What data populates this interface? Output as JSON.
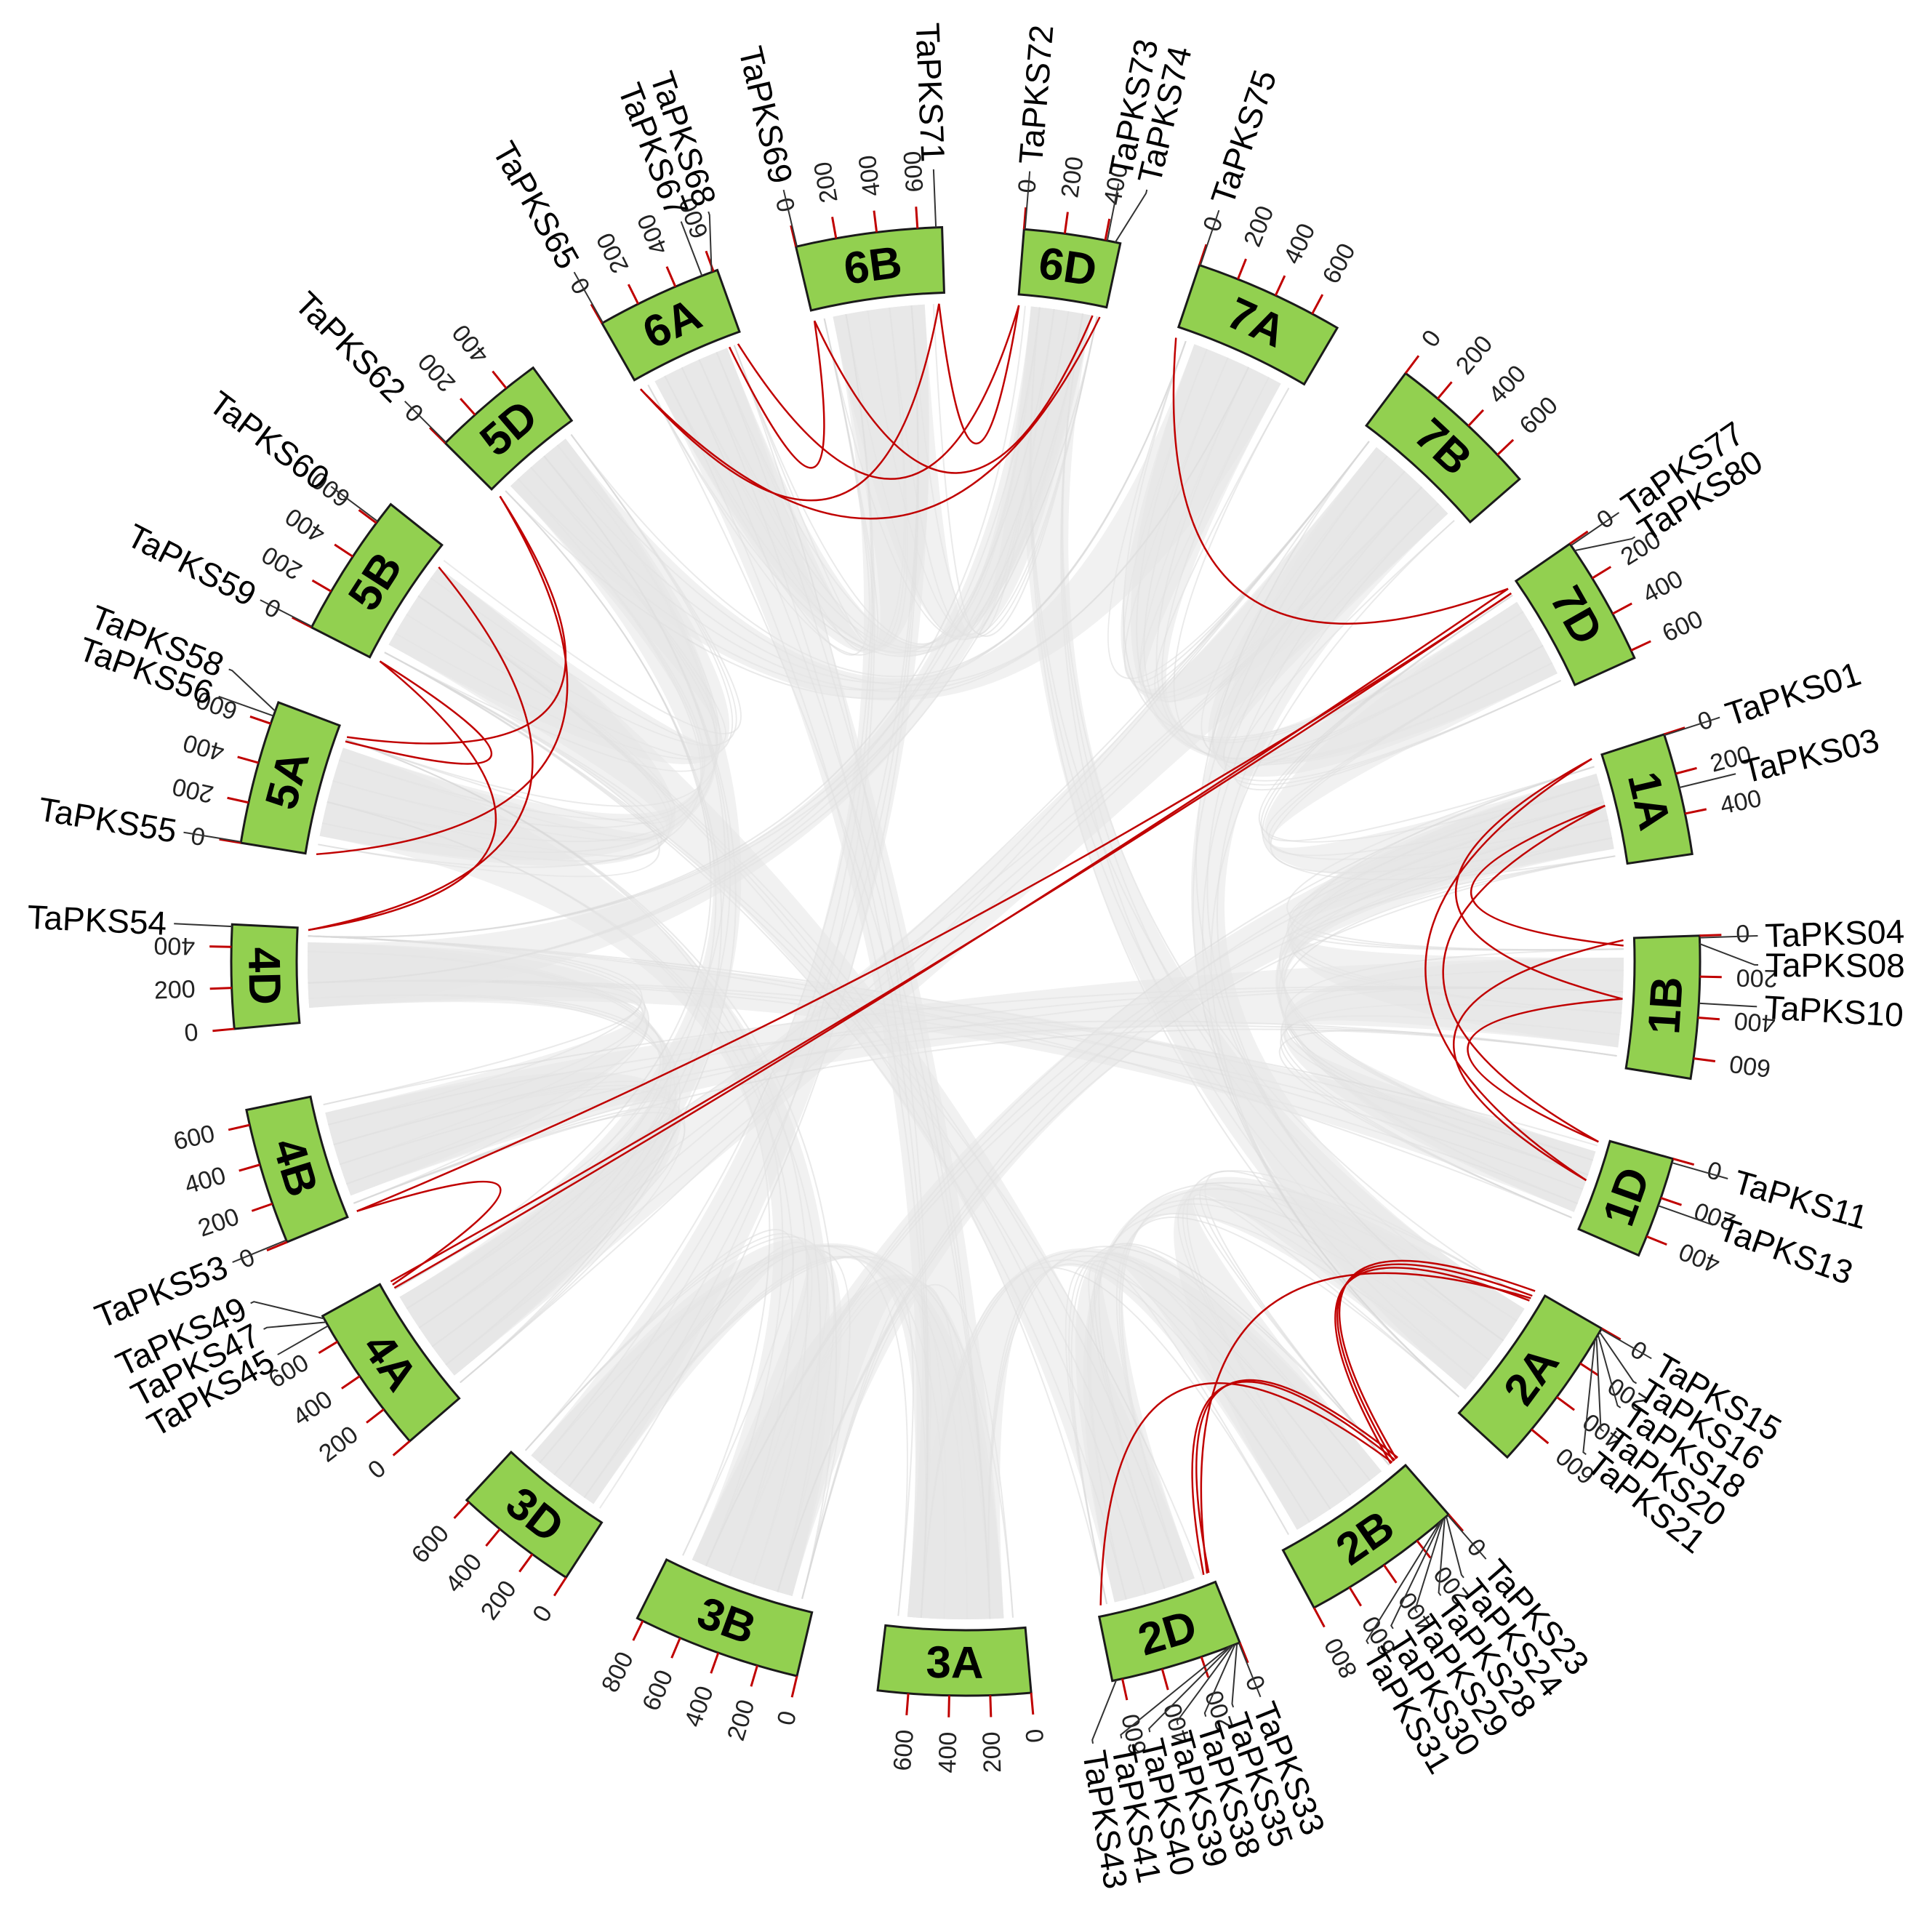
{
  "colors": {
    "chromosome_fill": "#92d050",
    "segmental_link": "#c00000",
    "synteny_link": "#d9d9d9",
    "tick": "#c00000"
  },
  "chart_data": {
    "type": "circos",
    "tick_unit": "Mb",
    "chromosomes": [
      {
        "id": "1A",
        "label": "1A",
        "length": 600,
        "ticks": [
          0,
          200,
          400
        ]
      },
      {
        "id": "1B",
        "label": "1B",
        "length": 700,
        "ticks": [
          0,
          200,
          400,
          600
        ]
      },
      {
        "id": "1D",
        "label": "1D",
        "length": 500,
        "ticks": [
          0,
          200,
          400
        ]
      },
      {
        "id": "2A",
        "label": "2A",
        "length": 780,
        "ticks": [
          0,
          200,
          400,
          600
        ]
      },
      {
        "id": "2B",
        "label": "2B",
        "length": 800,
        "ticks": [
          0,
          200,
          400,
          600,
          800
        ]
      },
      {
        "id": "2D",
        "label": "2D",
        "length": 650,
        "ticks": [
          0,
          200,
          400,
          600
        ]
      },
      {
        "id": "3A",
        "label": "3A",
        "length": 750,
        "ticks": [
          0,
          200,
          400,
          600
        ]
      },
      {
        "id": "3B",
        "label": "3B",
        "length": 830,
        "ticks": [
          0,
          200,
          400,
          600,
          800
        ]
      },
      {
        "id": "3D",
        "label": "3D",
        "length": 615,
        "ticks": [
          0,
          200,
          400,
          600
        ]
      },
      {
        "id": "4A",
        "label": "4A",
        "length": 745,
        "ticks": [
          0,
          200,
          400,
          600
        ]
      },
      {
        "id": "4B",
        "label": "4B",
        "length": 675,
        "ticks": [
          0,
          200,
          400,
          600
        ]
      },
      {
        "id": "4D",
        "label": "4D",
        "length": 510,
        "ticks": [
          0,
          200,
          400
        ]
      },
      {
        "id": "5A",
        "label": "5A",
        "length": 710,
        "ticks": [
          0,
          200,
          400,
          600
        ]
      },
      {
        "id": "5B",
        "label": "5B",
        "length": 715,
        "ticks": [
          0,
          200,
          400,
          600
        ]
      },
      {
        "id": "5D",
        "label": "5D",
        "length": 565,
        "ticks": [
          0,
          200,
          400
        ]
      },
      {
        "id": "6A",
        "label": "6A",
        "length": 620,
        "ticks": [
          0,
          200,
          400,
          600
        ]
      },
      {
        "id": "6B",
        "label": "6B",
        "length": 720,
        "ticks": [
          0,
          200,
          400,
          600
        ]
      },
      {
        "id": "6D",
        "label": "6D",
        "length": 475,
        "ticks": [
          0,
          200,
          400
        ]
      },
      {
        "id": "7A",
        "label": "7A",
        "length": 740,
        "ticks": [
          0,
          200,
          400,
          600
        ]
      },
      {
        "id": "7B",
        "label": "7B",
        "length": 760,
        "ticks": [
          0,
          200,
          400,
          600
        ]
      },
      {
        "id": "7D",
        "label": "7D",
        "length": 640,
        "ticks": [
          0,
          200,
          400,
          600
        ]
      }
    ],
    "genes": [
      {
        "name": "TaPKS01",
        "chr": "1A",
        "pos": 5
      },
      {
        "name": "TaPKS03",
        "chr": "1A",
        "pos": 270
      },
      {
        "name": "TaPKS04",
        "chr": "1B",
        "pos": 10
      },
      {
        "name": "TaPKS08",
        "chr": "1B",
        "pos": 40
      },
      {
        "name": "TaPKS10",
        "chr": "1B",
        "pos": 330
      },
      {
        "name": "TaPKS11",
        "chr": "1D",
        "pos": 20
      },
      {
        "name": "TaPKS13",
        "chr": "1D",
        "pos": 240
      },
      {
        "name": "TaPKS15",
        "chr": "2A",
        "pos": 5
      },
      {
        "name": "TaPKS16",
        "chr": "2A",
        "pos": 20
      },
      {
        "name": "TaPKS18",
        "chr": "2A",
        "pos": 35
      },
      {
        "name": "TaPKS20",
        "chr": "2A",
        "pos": 50
      },
      {
        "name": "TaPKS21",
        "chr": "2A",
        "pos": 65
      },
      {
        "name": "TaPKS23",
        "chr": "2B",
        "pos": 5
      },
      {
        "name": "TaPKS24",
        "chr": "2B",
        "pos": 15
      },
      {
        "name": "TaPKS28",
        "chr": "2B",
        "pos": 25
      },
      {
        "name": "TaPKS29",
        "chr": "2B",
        "pos": 35
      },
      {
        "name": "TaPKS30",
        "chr": "2B",
        "pos": 45
      },
      {
        "name": "TaPKS31",
        "chr": "2B",
        "pos": 55
      },
      {
        "name": "TaPKS33",
        "chr": "2D",
        "pos": 5
      },
      {
        "name": "TaPKS35",
        "chr": "2D",
        "pos": 15
      },
      {
        "name": "TaPKS38",
        "chr": "2D",
        "pos": 25
      },
      {
        "name": "TaPKS39",
        "chr": "2D",
        "pos": 35
      },
      {
        "name": "TaPKS40",
        "chr": "2D",
        "pos": 45
      },
      {
        "name": "TaPKS41",
        "chr": "2D",
        "pos": 55
      },
      {
        "name": "TaPKS43",
        "chr": "2D",
        "pos": 630
      },
      {
        "name": "TaPKS45",
        "chr": "4A",
        "pos": 690
      },
      {
        "name": "TaPKS47",
        "chr": "4A",
        "pos": 710
      },
      {
        "name": "TaPKS49",
        "chr": "4A",
        "pos": 730
      },
      {
        "name": "TaPKS53",
        "chr": "4B",
        "pos": 10
      },
      {
        "name": "TaPKS54",
        "chr": "4D",
        "pos": 500
      },
      {
        "name": "TaPKS55",
        "chr": "5A",
        "pos": 5
      },
      {
        "name": "TaPKS56",
        "chr": "5A",
        "pos": 640
      },
      {
        "name": "TaPKS58",
        "chr": "5A",
        "pos": 665
      },
      {
        "name": "TaPKS59",
        "chr": "5B",
        "pos": 5
      },
      {
        "name": "TaPKS60",
        "chr": "5B",
        "pos": 610
      },
      {
        "name": "TaPKS62",
        "chr": "5D",
        "pos": 5
      },
      {
        "name": "TaPKS65",
        "chr": "6A",
        "pos": 5
      },
      {
        "name": "TaPKS67",
        "chr": "6A",
        "pos": 540
      },
      {
        "name": "TaPKS68",
        "chr": "6A",
        "pos": 590
      },
      {
        "name": "TaPKS69",
        "chr": "6B",
        "pos": 5
      },
      {
        "name": "TaPKS71",
        "chr": "6B",
        "pos": 690
      },
      {
        "name": "TaPKS72",
        "chr": "6D",
        "pos": 5
      },
      {
        "name": "TaPKS73",
        "chr": "6D",
        "pos": 410
      },
      {
        "name": "TaPKS74",
        "chr": "6D",
        "pos": 450
      },
      {
        "name": "TaPKS75",
        "chr": "7A",
        "pos": 5
      },
      {
        "name": "TaPKS77",
        "chr": "7D",
        "pos": 10
      },
      {
        "name": "TaPKS80",
        "chr": "7D",
        "pos": 40
      }
    ],
    "segmental_duplications": [
      {
        "a": "TaPKS01",
        "b": "TaPKS10"
      },
      {
        "a": "TaPKS01",
        "b": "TaPKS13"
      },
      {
        "a": "TaPKS03",
        "b": "TaPKS08"
      },
      {
        "a": "TaPKS03",
        "b": "TaPKS11"
      },
      {
        "a": "TaPKS04",
        "b": "TaPKS13"
      },
      {
        "a": "TaPKS10",
        "b": "TaPKS11"
      },
      {
        "a": "TaPKS15",
        "b": "TaPKS24"
      },
      {
        "a": "TaPKS18",
        "b": "TaPKS29"
      },
      {
        "a": "TaPKS20",
        "b": "TaPKS38"
      },
      {
        "a": "TaPKS21",
        "b": "TaPKS31"
      },
      {
        "a": "TaPKS23",
        "b": "TaPKS35"
      },
      {
        "a": "TaPKS28",
        "b": "TaPKS40"
      },
      {
        "a": "TaPKS30",
        "b": "TaPKS43"
      },
      {
        "a": "TaPKS45",
        "b": "TaPKS77"
      },
      {
        "a": "TaPKS47",
        "b": "TaPKS53"
      },
      {
        "a": "TaPKS49",
        "b": "TaPKS80"
      },
      {
        "a": "TaPKS53",
        "b": "TaPKS80"
      },
      {
        "a": "TaPKS54",
        "b": "TaPKS60"
      },
      {
        "a": "TaPKS55",
        "b": "TaPKS62"
      },
      {
        "a": "TaPKS56",
        "b": "TaPKS59"
      },
      {
        "a": "TaPKS58",
        "b": "TaPKS62"
      },
      {
        "a": "TaPKS54",
        "b": "TaPKS59"
      },
      {
        "a": "TaPKS65",
        "b": "TaPKS71"
      },
      {
        "a": "TaPKS65",
        "b": "TaPKS74"
      },
      {
        "a": "TaPKS67",
        "b": "TaPKS69"
      },
      {
        "a": "TaPKS68",
        "b": "TaPKS72"
      },
      {
        "a": "TaPKS69",
        "b": "TaPKS73"
      },
      {
        "a": "TaPKS71",
        "b": "TaPKS72"
      },
      {
        "a": "TaPKS75",
        "b": "TaPKS77"
      }
    ],
    "synteny_pairs": [
      [
        "1A",
        "1B"
      ],
      [
        "1A",
        "1D"
      ],
      [
        "1B",
        "1D"
      ],
      [
        "2A",
        "2B"
      ],
      [
        "2A",
        "2D"
      ],
      [
        "2B",
        "2D"
      ],
      [
        "3A",
        "3B"
      ],
      [
        "3A",
        "3D"
      ],
      [
        "3B",
        "3D"
      ],
      [
        "4A",
        "4B"
      ],
      [
        "4A",
        "4D"
      ],
      [
        "4B",
        "4D"
      ],
      [
        "5A",
        "5B"
      ],
      [
        "5A",
        "5D"
      ],
      [
        "5B",
        "5D"
      ],
      [
        "6A",
        "6B"
      ],
      [
        "6A",
        "6D"
      ],
      [
        "6B",
        "6D"
      ],
      [
        "7A",
        "7B"
      ],
      [
        "7A",
        "7D"
      ],
      [
        "7B",
        "7D"
      ],
      [
        "1A",
        "7D"
      ],
      [
        "2A",
        "6D"
      ],
      [
        "3B",
        "5A"
      ],
      [
        "4A",
        "7B"
      ],
      [
        "2B",
        "3A"
      ],
      [
        "1D",
        "4D"
      ],
      [
        "5D",
        "7A"
      ],
      [
        "3D",
        "6B"
      ],
      [
        "4B",
        "1B"
      ],
      [
        "2D",
        "5B"
      ],
      [
        "6A",
        "3A"
      ],
      [
        "7B",
        "2A"
      ],
      [
        "4A",
        "5D"
      ],
      [
        "1A",
        "3B"
      ],
      [
        "6D",
        "4D"
      ]
    ]
  }
}
